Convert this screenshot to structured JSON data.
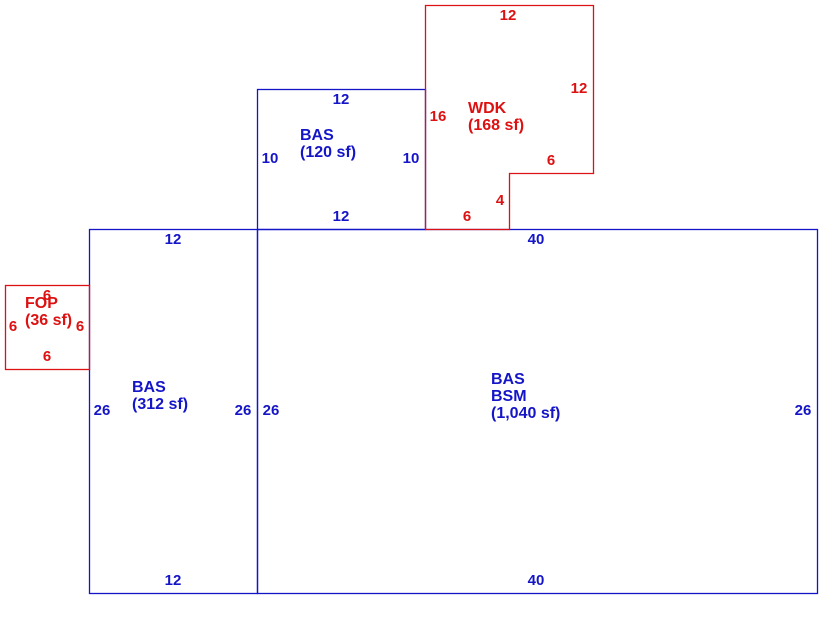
{
  "colors": {
    "living_area": "#1515c8",
    "exterior_feature": "#dd1111"
  },
  "areas": {
    "bas_upper": {
      "code": "BAS",
      "area": "(120 sf)",
      "dims": {
        "top": "12",
        "left": "10",
        "right": "10",
        "bottom": "12"
      }
    },
    "wdk": {
      "code": "WDK",
      "area": "(168 sf)",
      "dims": {
        "top": "12",
        "left": "16",
        "right": "12",
        "step_top": "6",
        "step_side": "4",
        "bottom": "6"
      }
    },
    "bas_left": {
      "code": "BAS",
      "area": "(312 sf)",
      "dims": {
        "top": "12",
        "left": "26",
        "right": "26",
        "bottom": "12"
      }
    },
    "bas_main": {
      "code": "BAS",
      "code2": "BSM",
      "area": "(1,040 sf)",
      "dims": {
        "top": "40",
        "left": "26",
        "right": "26",
        "bottom": "40"
      }
    },
    "fop": {
      "code": "FOP",
      "area": "(36 sf)",
      "dims": {
        "top": "6",
        "left": "6",
        "right": "6",
        "bottom": "6"
      }
    }
  }
}
